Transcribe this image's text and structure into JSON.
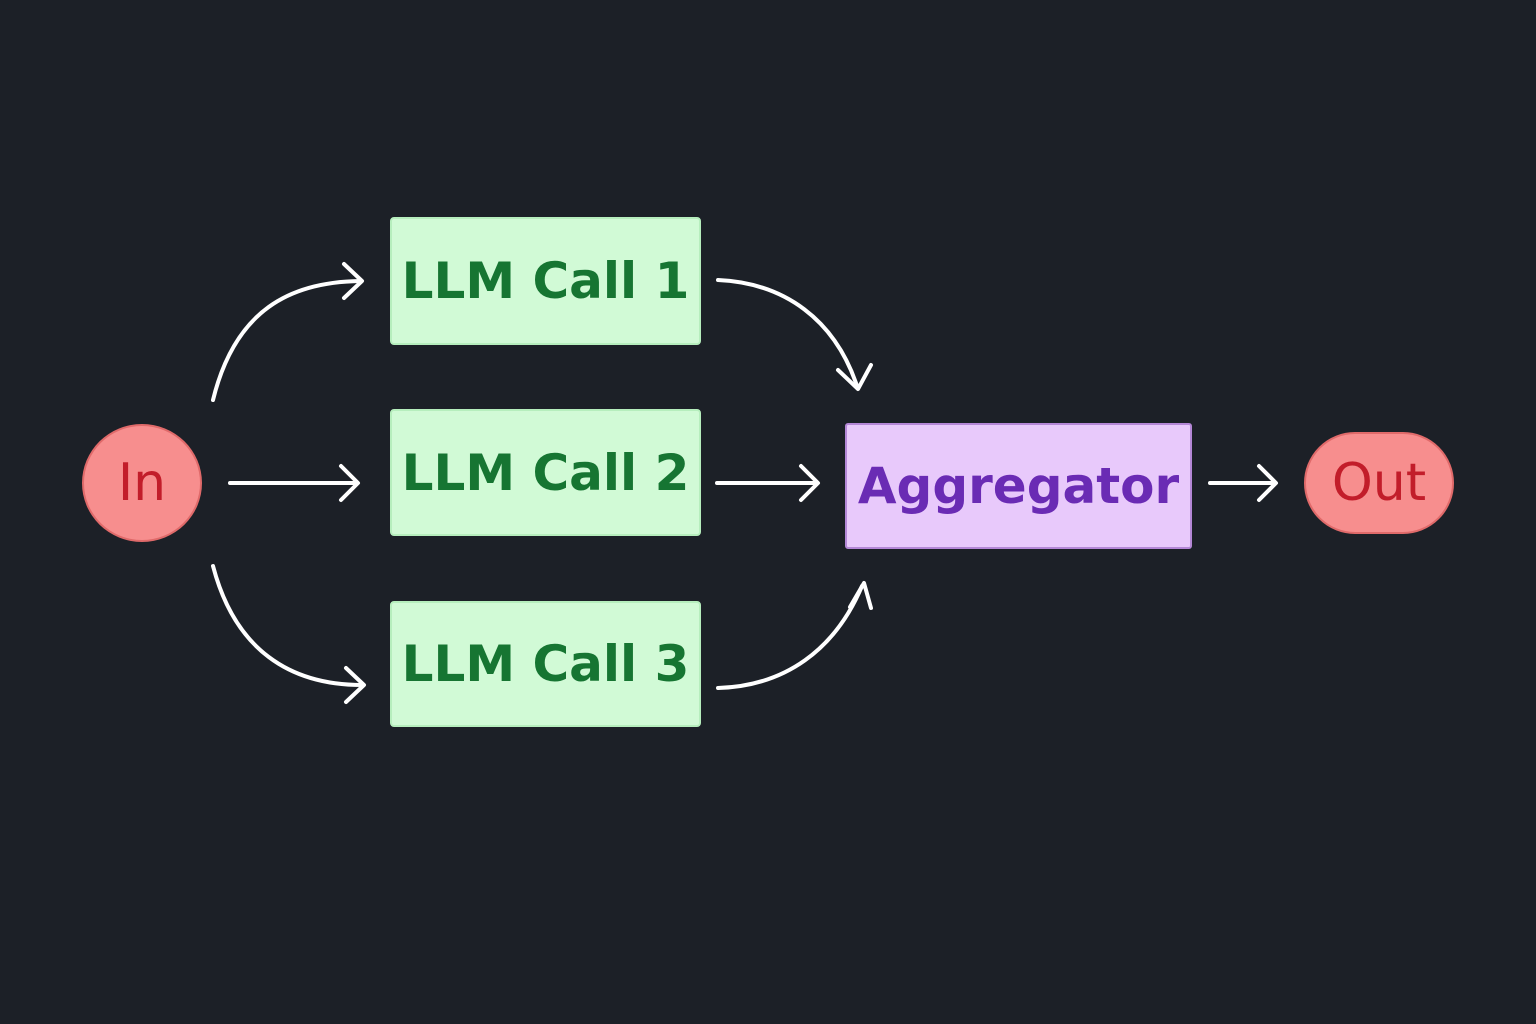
{
  "diagram": {
    "background": "#1c2027",
    "nodes": {
      "input": {
        "label": "In",
        "shape": "circle",
        "fill": "#f78e8e",
        "text_color": "#c21d2a"
      },
      "llm_calls": [
        {
          "label": "LLM Call 1",
          "fill": "#d1fad6",
          "text_color": "#167532"
        },
        {
          "label": "LLM Call 2",
          "fill": "#d1fad6",
          "text_color": "#167532"
        },
        {
          "label": "LLM Call 3",
          "fill": "#d1fad6",
          "text_color": "#167532"
        }
      ],
      "aggregator": {
        "label": "Aggregator",
        "fill": "#e8c9fb",
        "text_color": "#6a2bb4"
      },
      "output": {
        "label": "Out",
        "shape": "pill",
        "fill": "#f78e8e",
        "text_color": "#c21d2a"
      }
    },
    "edges": [
      {
        "from": "In",
        "to": "LLM Call 1"
      },
      {
        "from": "In",
        "to": "LLM Call 2"
      },
      {
        "from": "In",
        "to": "LLM Call 3"
      },
      {
        "from": "LLM Call 1",
        "to": "Aggregator"
      },
      {
        "from": "LLM Call 2",
        "to": "Aggregator"
      },
      {
        "from": "LLM Call 3",
        "to": "Aggregator"
      },
      {
        "from": "Aggregator",
        "to": "Out"
      }
    ],
    "edge_color": "#ffffff"
  }
}
